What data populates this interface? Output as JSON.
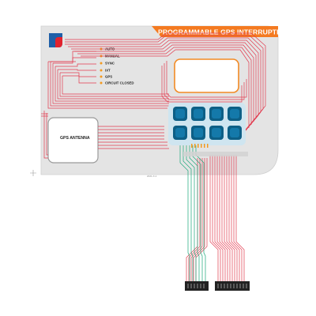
{
  "title": "PROGRAMMABLE GPS INTERRUPTER",
  "labels": [
    "AUTO",
    "MANUAL",
    "SYNC",
    "IXT",
    "GPS",
    "CIRCUIT CLOSED"
  ],
  "antenna": "GPS ANTENNA",
  "part_number": "2021-X-1",
  "colors": {
    "panel": "#e4e4e4",
    "panel_edge": "#cfcfcf",
    "banner": "#f47a20",
    "logo_blue": "#1f5fa8",
    "logo_red": "#e2222e",
    "trace_red": "#e23a4e",
    "trace_green": "#1aa77a",
    "led_orange": "#f39a1e",
    "window_border": "#f28a24",
    "key_dark": "#0d5f86",
    "key_light": "#1b8fc8",
    "keypad_bg": "#cfe5f0",
    "connector": "#222222"
  }
}
